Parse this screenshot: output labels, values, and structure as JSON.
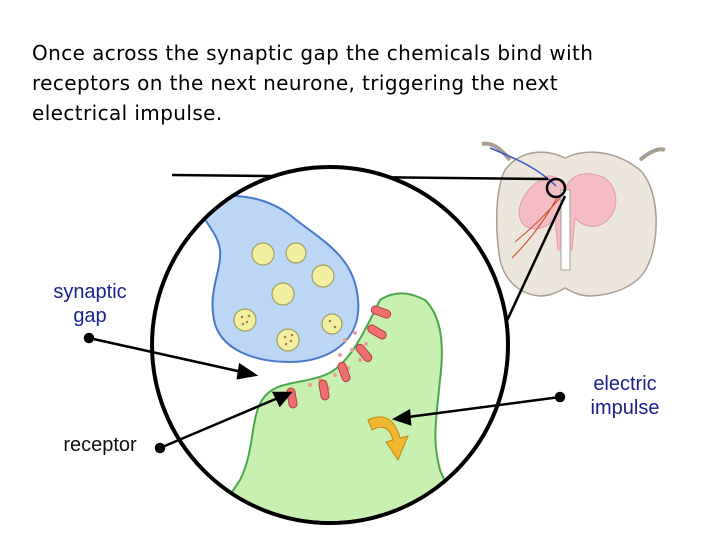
{
  "caption": "Once across the synaptic gap the chemicals bind with\nreceptors on the next neurone, triggering the next\nelectrical impulse.",
  "labels": {
    "synaptic_gap": "synaptic\ngap",
    "electric_impulse": "electric\nimpulse",
    "receptor": "receptor"
  },
  "colors": {
    "presynaptic_fill": "#bcd6f5",
    "presynaptic_stroke": "#4a78c8",
    "postsynaptic_fill": "#c8f0b0",
    "postsynaptic_stroke": "#4aa84a",
    "receptor": "#ef6f6f",
    "vesicle": "#f2f0a0",
    "arrow_impulse": "#f0b830",
    "label_blue": "#1a1f8c"
  }
}
